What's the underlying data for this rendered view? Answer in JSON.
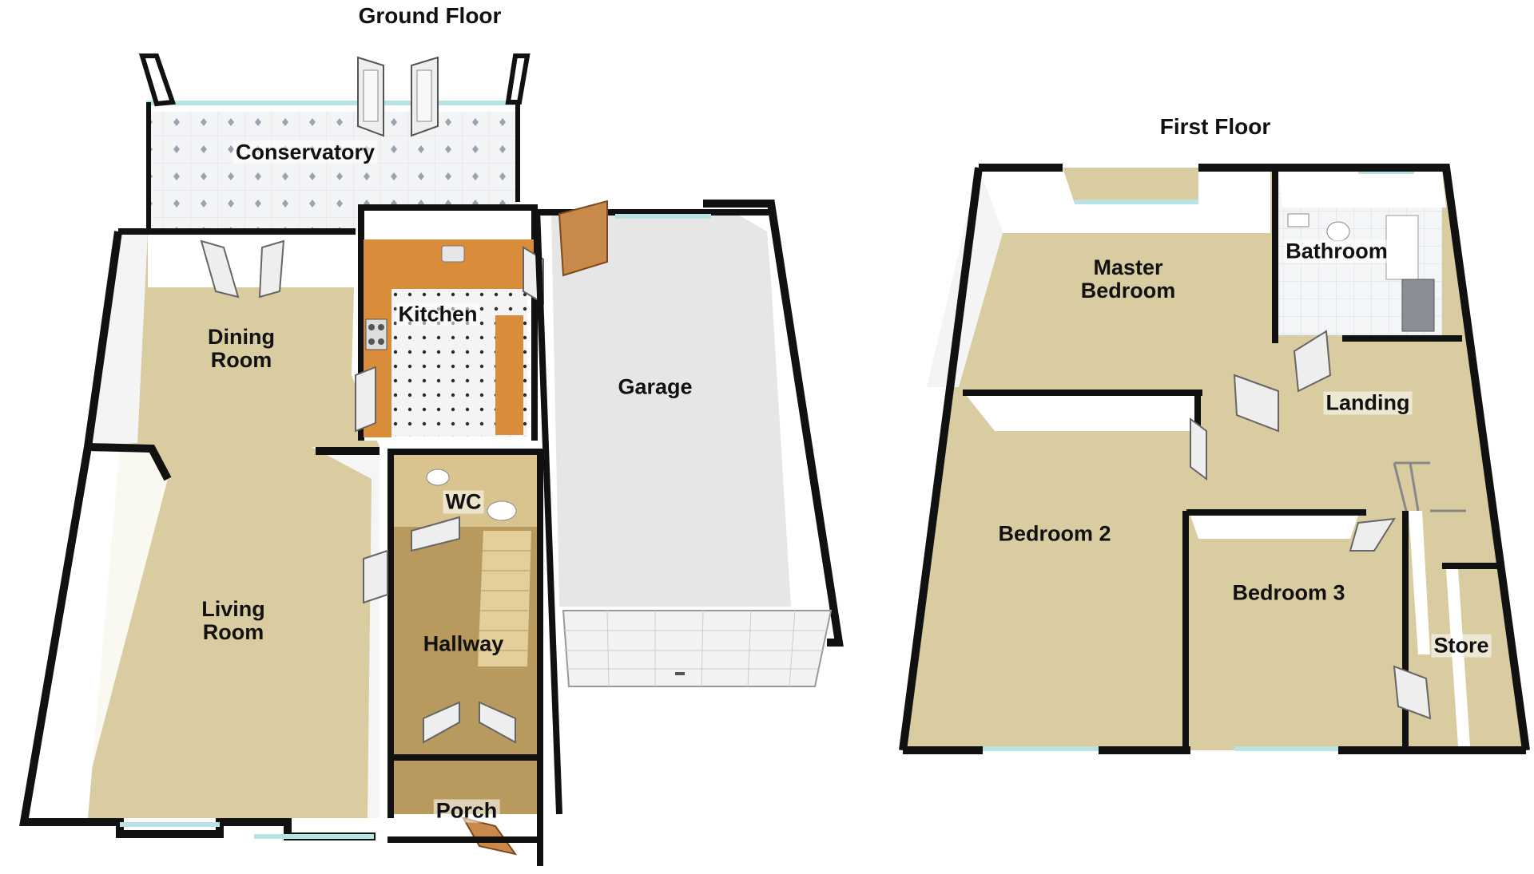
{
  "floors": {
    "ground": {
      "title": "Ground Floor"
    },
    "first": {
      "title": "First Floor"
    }
  },
  "rooms": {
    "conservatory": "Conservatory",
    "dining_room": [
      "Dining",
      "Room"
    ],
    "kitchen": "Kitchen",
    "garage": "Garage",
    "wc": "WC",
    "living_room": [
      "Living",
      "Room"
    ],
    "hallway": "Hallway",
    "porch": "Porch",
    "master_bedroom": [
      "Master",
      "Bedroom"
    ],
    "bathroom": "Bathroom",
    "landing": "Landing",
    "bedroom_2": "Bedroom 2",
    "bedroom_3": "Bedroom 3",
    "store": "Store"
  },
  "colors": {
    "wall": "#0d0d0d",
    "carpet": "#d8cca0",
    "tile": "#f2f3f5",
    "garage_floor": "#e6e6e6",
    "worktop": "#d98c3a",
    "door": "#eeeeee",
    "wooden_door": "#c9894a",
    "window": "#b9e3e3"
  }
}
